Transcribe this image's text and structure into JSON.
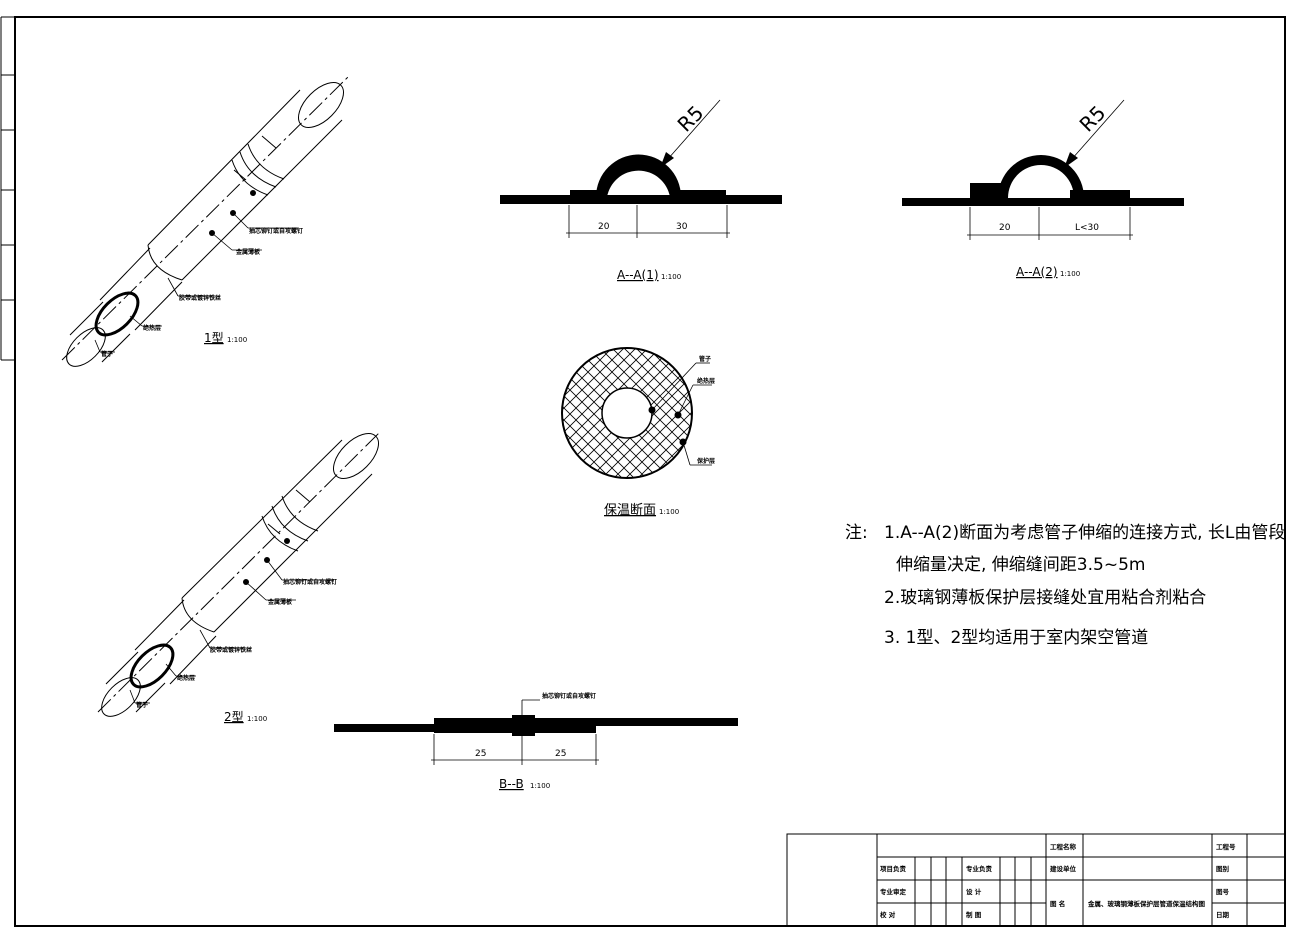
{
  "labels": {
    "rivet": "抽芯铆钉或自攻螺钉",
    "metal_sheet": "金属薄板",
    "tape_wire": "胶带或镀锌铁丝",
    "insulation": "绝热层",
    "pipe": "管子",
    "protect": "保护层"
  },
  "views": {
    "type1_title": "1型",
    "type1_scale": "1:100",
    "type2_title": "2型",
    "type2_scale": "1:100",
    "aa1_title": "A--A(1)",
    "aa1_scale": "1:100",
    "aa1_dim_left": "20",
    "aa1_dim_right": "30",
    "aa2_title": "A--A(2)",
    "aa2_scale": "1:100",
    "aa2_dim_left": "20",
    "aa2_dim_right": "L<30",
    "radius": "R5",
    "section_title": "保温断面",
    "section_scale": "1:100",
    "bb_title": "B--B",
    "bb_scale": "1:100",
    "bb_dim_left": "25",
    "bb_dim_right": "25"
  },
  "notes": {
    "prefix": "注:",
    "line1": "1.A--A(2)断面为考虑管子伸缩的连接方式, 长L由管段",
    "line2": "伸缩量决定, 伸缩缝间距3.5~5m",
    "line3": "2.玻璃钢薄板保护层接缝处宜用粘合剂粘合",
    "line4": "3. 1型、2型均适用于室内架空管道"
  },
  "title_block": {
    "project_name": "工程名称",
    "build_unit": "建设单位",
    "project_lead": "项目负责",
    "discipline_lead": "专业负责",
    "discipline_review": "专业审定",
    "design": "设 计",
    "check": "校 对",
    "draw": "制 图",
    "drawing_name_label": "图 名",
    "drawing_name": "金属、玻璃钢薄板保护层管道保温结构图",
    "project_no": "工程号",
    "drawing_category": "图别",
    "drawing_no": "图号",
    "date": "日期"
  }
}
